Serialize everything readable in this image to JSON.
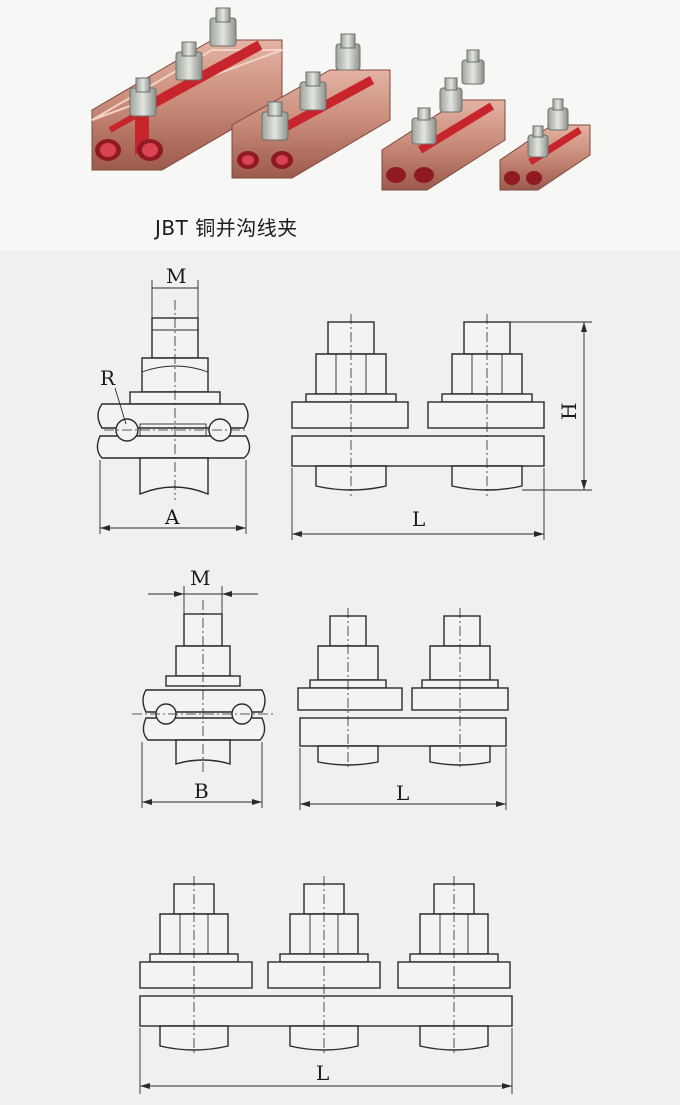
{
  "caption": "JBT 铜并沟线夹",
  "labels": {
    "m_top": "M",
    "r": "R",
    "a": "A",
    "l_top": "L",
    "h": "H",
    "m_mid": "M",
    "b": "B",
    "l_mid": "L",
    "l_bottom": "L"
  },
  "colors": {
    "copper": "#c88a78",
    "copper_dark": "#a2584a",
    "red_strip": "#c8242c",
    "zinc": "#c9ccc6",
    "line": "#2a2a2a"
  }
}
